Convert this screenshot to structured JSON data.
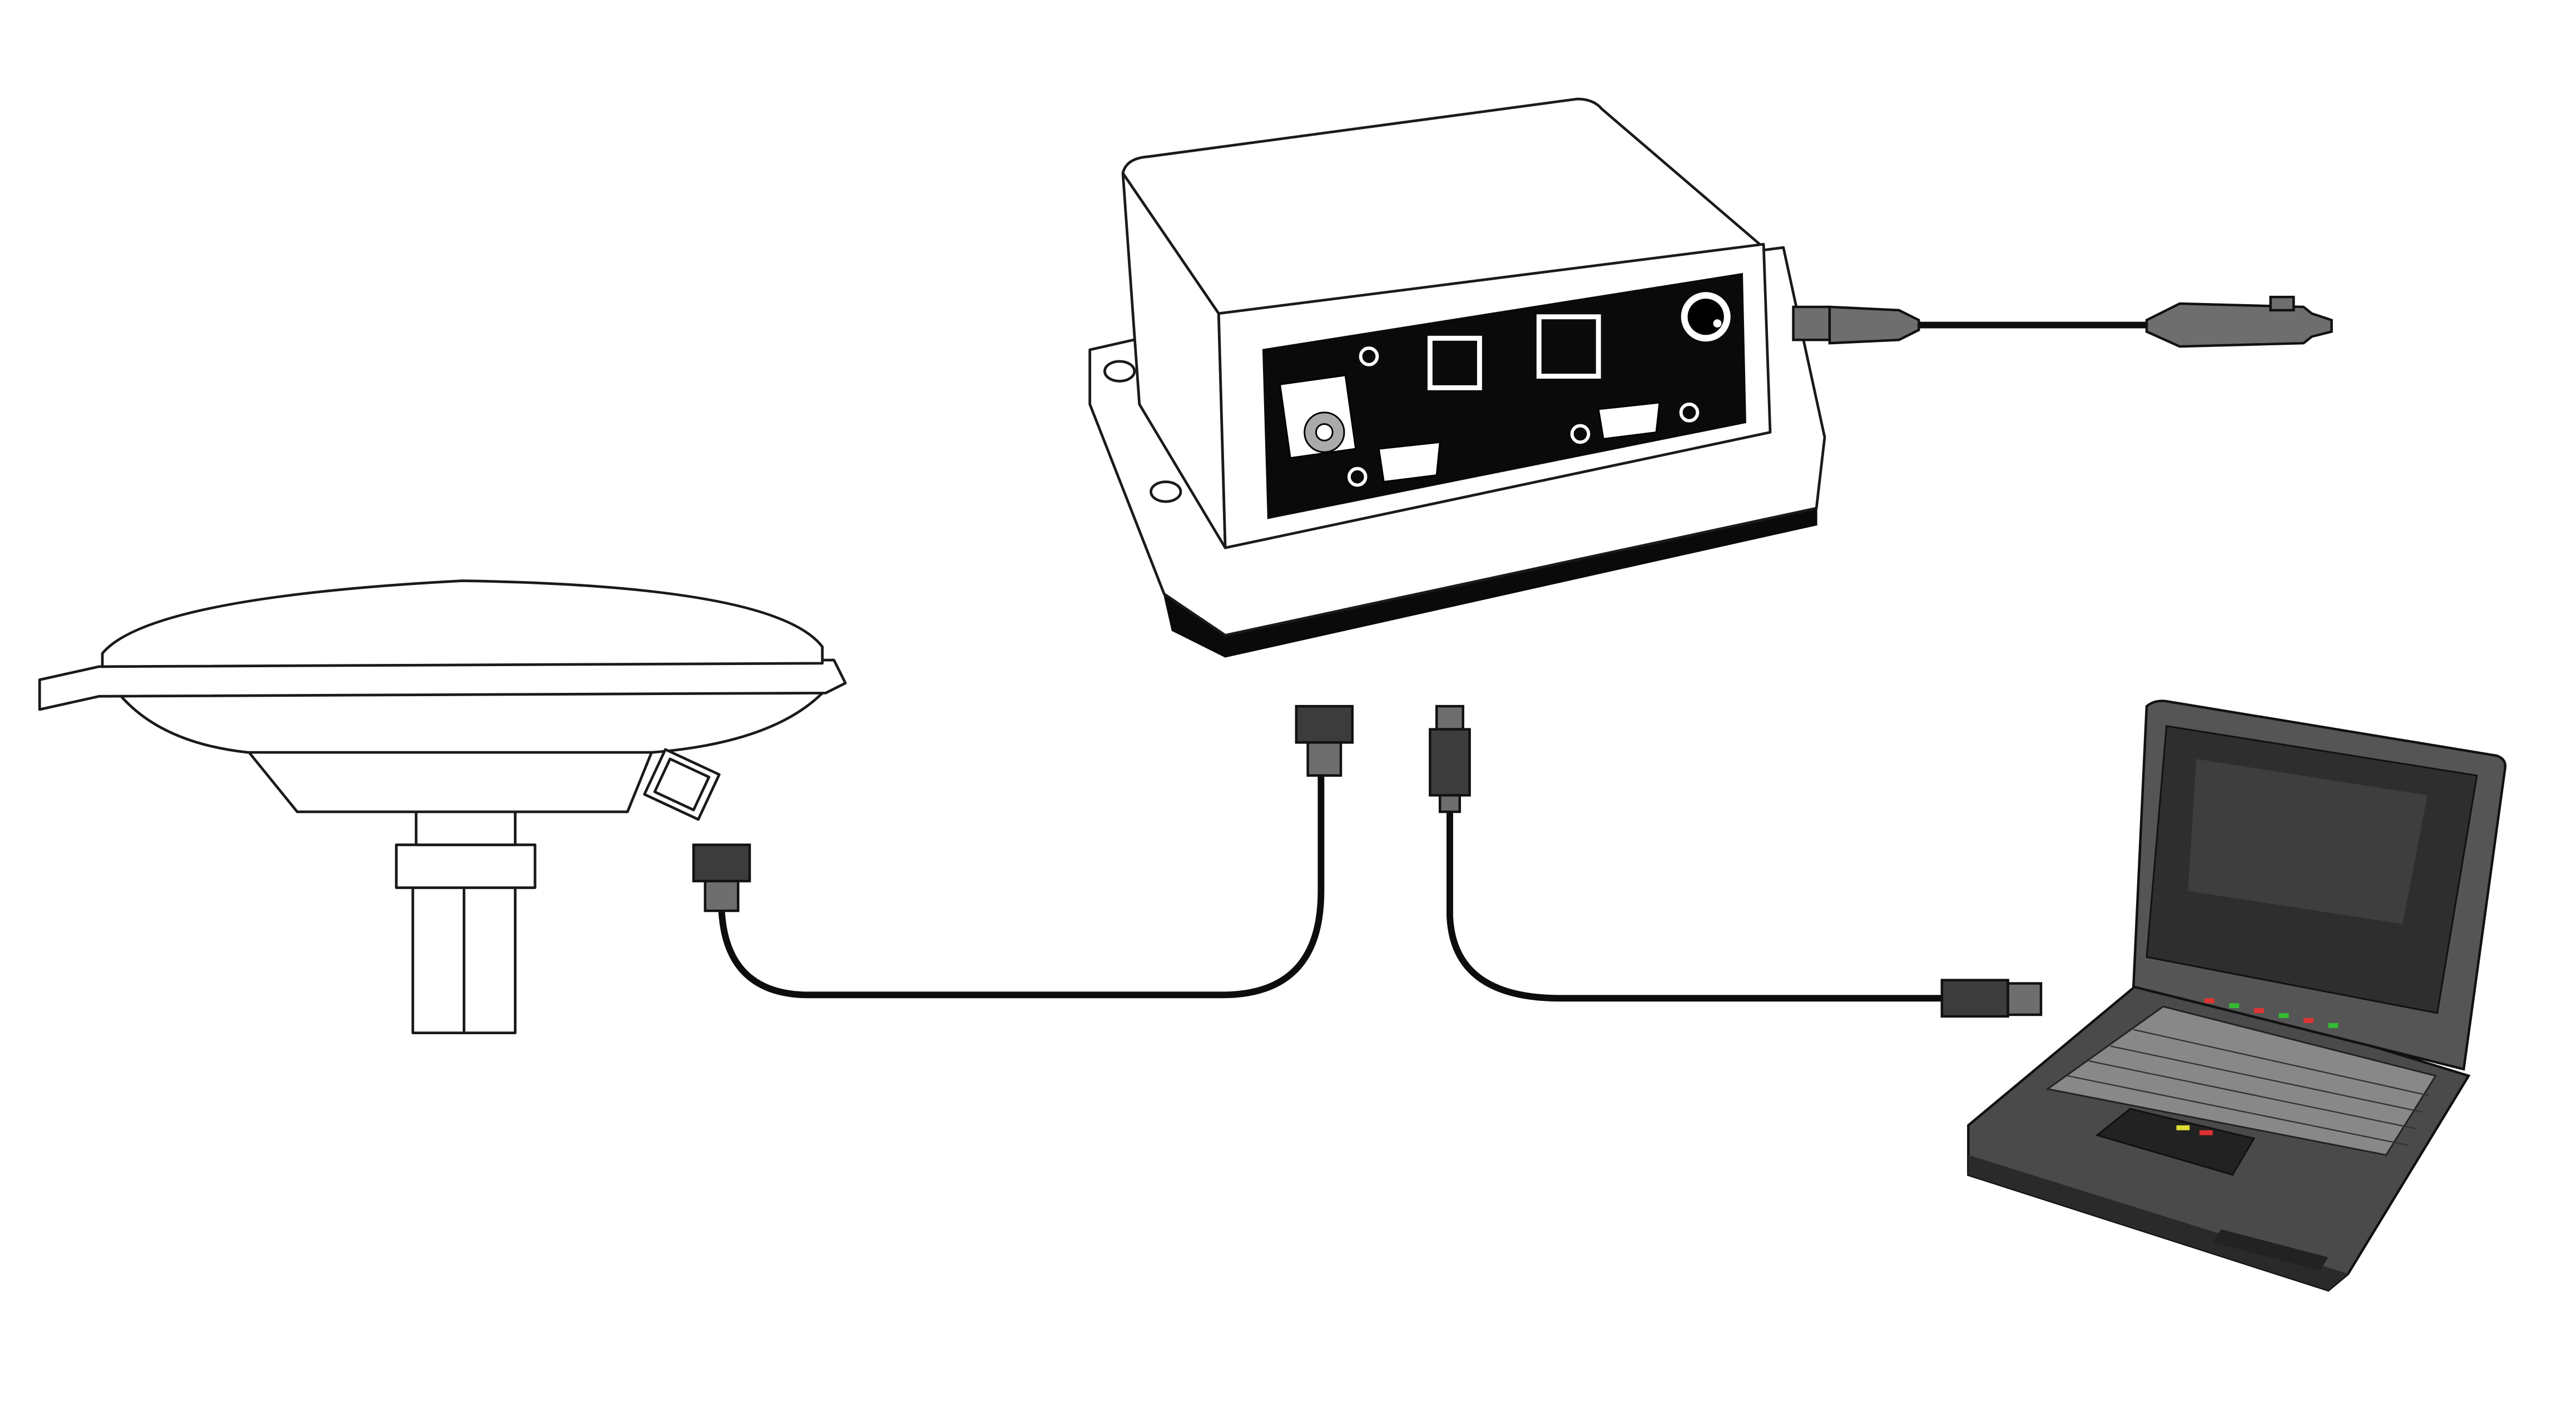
{
  "diagram": {
    "components": [
      "gps-antenna",
      "receiver-box",
      "laptop",
      "antenna-cable",
      "data-cable",
      "power-cable"
    ],
    "colors": {
      "background": "#ffffff",
      "outline": "#1a1a1a",
      "panel": "#0a0a0a",
      "connector": "#6e6e6e",
      "laptop_body": "#4a4a4a",
      "laptop_screen": "#2e2e2e"
    }
  }
}
